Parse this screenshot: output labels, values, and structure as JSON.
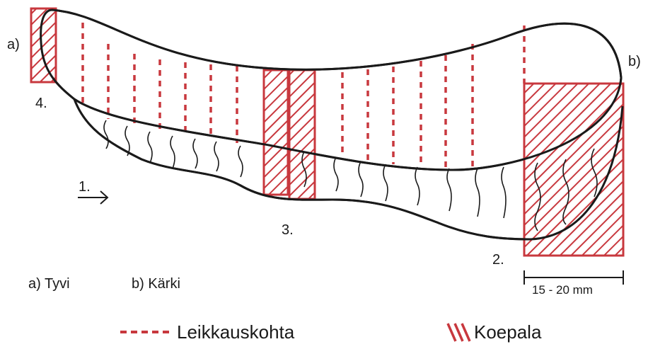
{
  "labels": {
    "end_a": "a)",
    "end_b": "b)",
    "step1": "1.",
    "step2": "2.",
    "step3": "3.",
    "step4": "4."
  },
  "caption": {
    "a": "a) Tyvi",
    "b": "b) Kärki"
  },
  "scale_bar": "15 - 20 mm",
  "legend": {
    "cut_line": "Leikkauskohta",
    "sample": "Koepala"
  },
  "colors": {
    "outline": "#1a1a1a",
    "accent": "#c8383e"
  }
}
